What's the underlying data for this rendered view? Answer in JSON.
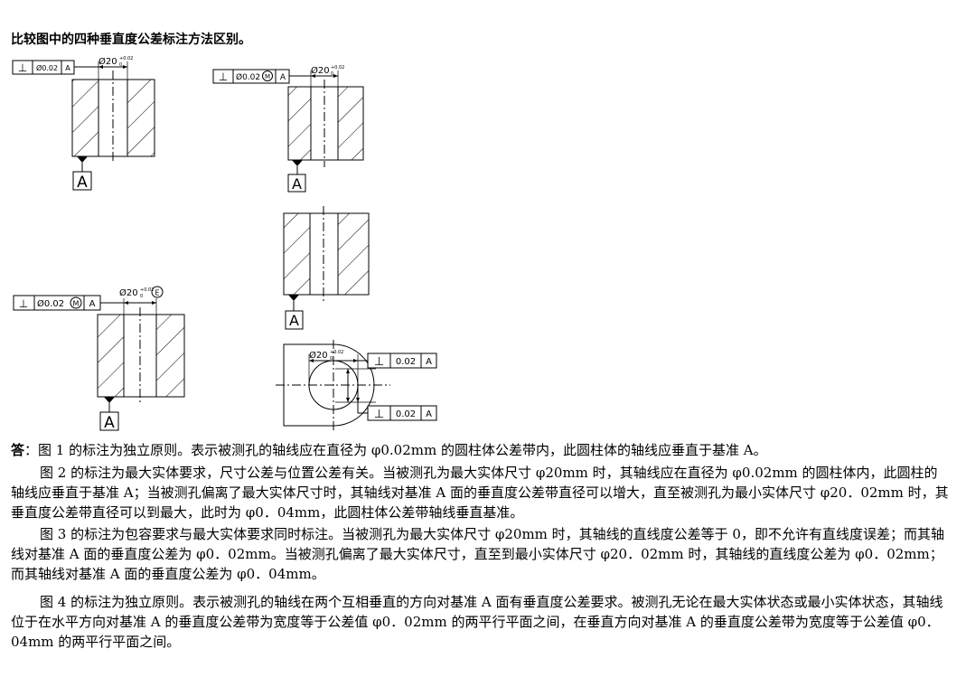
{
  "title": "比较图中的四种垂直度公差标注方法区别。",
  "figures": {
    "fig1": {
      "symbol": "⊥",
      "tolerance": "Ø0.02",
      "datum_ref": "A",
      "dim": "Ø20",
      "dim_upper": "+0.02",
      "dim_lower": "0",
      "datum": "A"
    },
    "fig2": {
      "symbol": "⊥",
      "tolerance": "Ø0.02",
      "modifier": "M",
      "datum_ref": "A",
      "dim": "Ø20",
      "dim_upper": "+0.02",
      "dim_lower": "0",
      "datum": "A"
    },
    "fig3": {
      "datum": "A"
    },
    "fig4": {
      "symbol": "⊥",
      "tolerance": "Ø0.02",
      "modifier": "M",
      "datum_ref": "A",
      "dim": "Ø20",
      "dim_upper": "+0.02",
      "dim_lower": "0",
      "envelope": "E",
      "datum": "A"
    },
    "fig5": {
      "dim": "Ø20",
      "dim_upper": "+0.02",
      "dim_lower": "0",
      "frame1_symbol": "⊥",
      "frame1_tol": "0.02",
      "frame1_datum": "A",
      "frame2_symbol": "⊥",
      "frame2_tol": "0.02",
      "frame2_datum": "A"
    }
  },
  "answer": {
    "label": "答",
    "p1": "：图 1 的标注为独立原则。表示被测孔的轴线应在直径为 φ0.02mm 的圆柱体公差带内，此圆柱体的轴线应垂直于基准 A。",
    "p2": "图 2 的标注为最大实体要求，尺寸公差与位置公差有关。当被测孔为最大实体尺寸 φ20mm 时，其轴线应在直径为 φ0.02mm 的圆柱体内，此圆柱的轴线应垂直于基准 A；当被测孔偏离了最大实体尺寸时，其轴线对基准 A 面的垂直度公差带直径可以增大，直至被测孔为最小实体尺寸 φ20．02mm 时，其垂直度公差带直径可以到最大，此时为 φ0．04mm，此圆柱体公差带轴线垂直基准。",
    "p3": "图 3 的标注为包容要求与最大实体要求同时标注。当被测孔为最大实体尺寸 φ20mm 时，其轴线的直线度公差等于 0，即不允许有直线度误差；而其轴线对基准 A 面的垂直度公差为 φ0．02mm。当被测孔偏离了最大实体尺寸，直至到最小实体尺寸 φ20．02mm 时，其轴线的直线度公差为 φ0．02mm；而其轴线对基准 A 面的垂直度公差为 φ0．04mm。",
    "p4": "图 4 的标注为独立原则。表示被测孔的轴线在两个互相垂直的方向对基准 A 面有垂直度公差要求。被测孔无论在最大实体状态或最小实体状态，其轴线位于在水平方向对基准 A 的垂直度公差带为宽度等于公差值 φ0．02mm 的两平行平面之间，在垂直方向对基准 A 的垂直度公差带为宽度等于公差值 φ0．04mm 的两平行平面之间。"
  }
}
